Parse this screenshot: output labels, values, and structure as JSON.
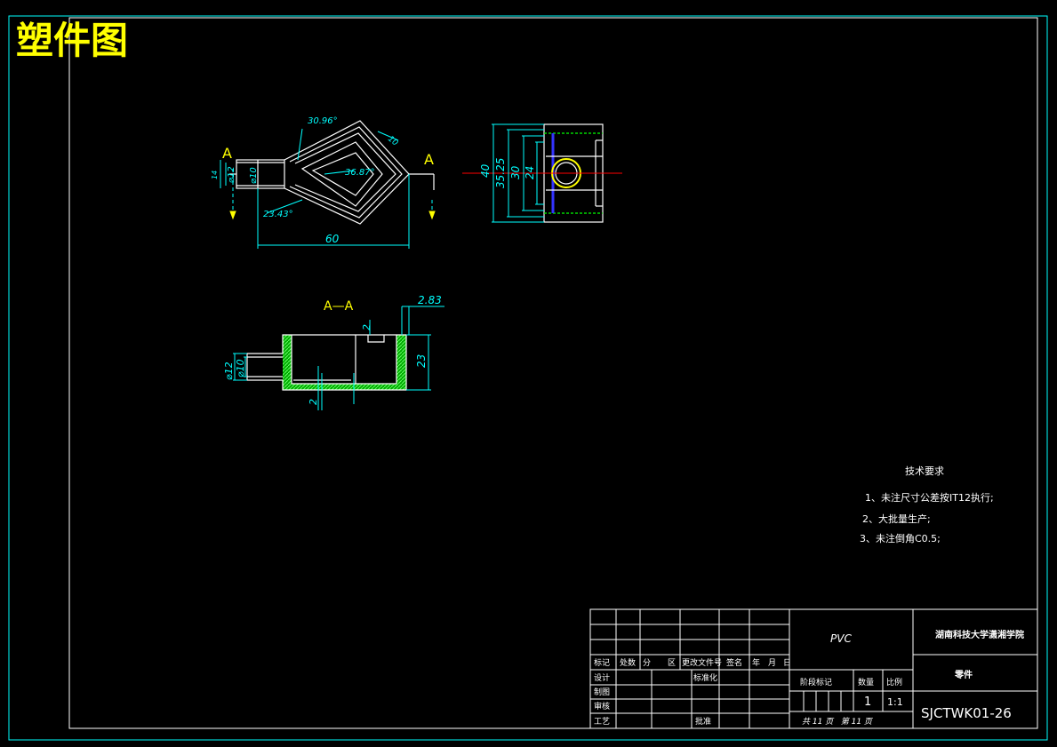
{
  "title": "塑件图",
  "colors": {
    "background": "#000000",
    "outline": "#ffffff",
    "dimension": "#00ffff",
    "title_text": "#ffff00",
    "section_hatch": "#00ff00",
    "axis_line": "#ff0000",
    "hidden_line": "#3333ff"
  },
  "top_view": {
    "section_label_left": "A",
    "section_label_right": "A",
    "dim_angle_top": "30.96°",
    "dim_angle_mid": "36.87°",
    "dim_angle_bottom": "23.43°",
    "dim_wall": "10",
    "dim_width": "60",
    "dim_dia_outer": "⌀12",
    "dim_dia_inner": "⌀10",
    "dim_h": "14"
  },
  "side_view": {
    "dim_40": "40",
    "dim_35_25": "35.25",
    "dim_30": "30",
    "dim_24": "24"
  },
  "section_view": {
    "label": "A—A",
    "dim_2_83": "2.83",
    "dim_2_top": "2",
    "dim_23": "23",
    "dim_dia12": "⌀12",
    "dim_dia10": "⌀10",
    "dim_2_bottom": "2"
  },
  "tech_requirements": {
    "heading": "技术要求",
    "items": [
      "1、未注尺寸公差按IT12执行;",
      "2、大批量生产;",
      "3、未注倒角C0.5;"
    ]
  },
  "title_block": {
    "material": "PVC",
    "school": "湖南科技大学潇湘学院",
    "part_name": "零件",
    "drawing_number": "SJCTWK01-26",
    "header_row": [
      "标记",
      "处数",
      "分",
      "区",
      "更改文件号",
      "签名",
      "年",
      "月",
      "日"
    ],
    "design_label": "设计",
    "standardization_label": "标准化",
    "drawing_label": "制图",
    "review_label": "审核",
    "process_label": "工艺",
    "approve_label": "批准",
    "stage_label": "阶段标记",
    "quantity_label": "数量",
    "scale_label": "比例",
    "quantity_value": "1",
    "scale_value": "1:1",
    "sheets_text": "共 11 页   第 11 页"
  }
}
